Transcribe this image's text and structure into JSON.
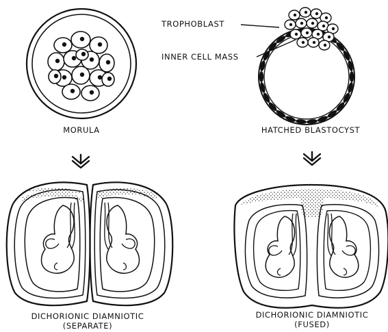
{
  "labels": {
    "trophoblast": "TROPHOBLAST",
    "inner_cell_mass": "INNER CELL MASS",
    "morula": "MORULA",
    "hatched_blastocyst": "HATCHED BLASTOCYST",
    "separate_line1": "DICHORIONIC DIAMNIOTIC",
    "separate_line2": "(SEPARATE)",
    "fused_line1": "DICHORIONIC DIAMNIOTIC",
    "fused_line2": "(FUSED)"
  },
  "icons": {
    "arrow": "double-down-arrow-icon"
  },
  "colors": {
    "ink": "#111111",
    "paper": "#ffffff"
  }
}
